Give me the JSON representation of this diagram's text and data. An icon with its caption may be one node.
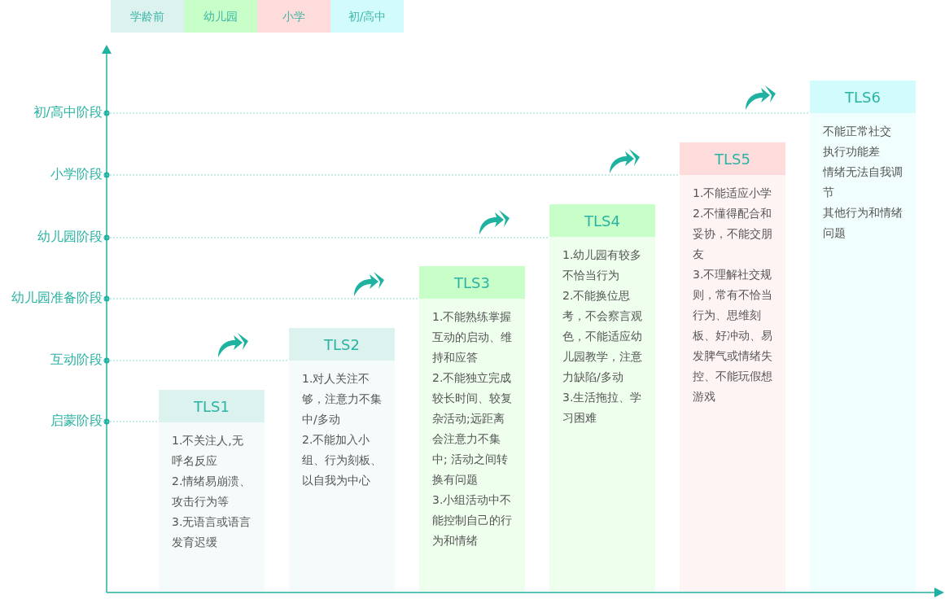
{
  "diagram": {
    "nodes": [
      {
        "text": [
          "TLS1",
          "1.不关注人,无呼名反应",
          "2.情绪易崩溃、攻击行为等",
          "3.无语言或语言发育迟缓"
        ]
      },
      {
        "text": [
          "TLS2",
          "1.对人关注不够，注意力不集中/多动",
          "2.不能加入小组、行为刻板、以自我为中心"
        ]
      },
      {
        "text": [
          "TLS3",
          "1.不能熟练掌握互动的启动、维持和应答",
          "2.不能独立完成较长时间、较复杂活动;远距离会注意力不集中; 活动之间转换有问题",
          "3.小组活动中不能控制自己的行为和情绪"
        ]
      },
      {
        "text": [
          "TLS4",
          "1.幼儿园有较多不恰当行为",
          "2.不能换位思考，不会察言观色，不能适应幼儿园教学，注意力缺陷/多动",
          "3.生活拖拉、学习困难"
        ]
      },
      {
        "text": [
          "TLS5",
          "1.不能适应小学",
          "2.不懂得配合和妥协，不能交朋友",
          "3.不理解社交规则，常有不恰当行为、思维刻板、好冲动、易发脾气或情绪失控、不能玩假想游戏"
        ]
      },
      {
        "text": [
          "TLS6",
          "不能正常社交",
          "执行功能差",
          "情绪无法自我调节",
          "其他行为和情绪问题"
        ]
      },
      {
        "text": [
          "初/高中阶段"
        ]
      },
      {
        "text": [
          "小学阶段"
        ]
      },
      {
        "text": [
          "幼儿园阶段"
        ]
      },
      {
        "text": [
          "幼儿园准备阶段"
        ]
      },
      {
        "text": [
          "互动阶段"
        ]
      },
      {
        "text": [
          "启蒙阶段"
        ]
      }
    ],
    "edges": [
      {
        "from": 6,
        "to": 5,
        "arrow": "none",
        "style": "dashed"
      },
      {
        "from": 7,
        "to": 4,
        "arrow": "none",
        "style": "dashed"
      },
      {
        "from": 8,
        "to": 3,
        "arrow": "none",
        "style": "dashed"
      },
      {
        "from": 9,
        "to": 2,
        "arrow": "none",
        "style": "dashed"
      },
      {
        "from": 10,
        "to": 1,
        "arrow": "none",
        "style": "dashed"
      },
      {
        "from": 11,
        "to": 0,
        "arrow": "none",
        "style": "dashed"
      }
    ],
    "legend": [
      {
        "text": "学龄前",
        "color": "#dbf2ef"
      },
      {
        "text": "幼儿园",
        "color": "#c8ffc8"
      },
      {
        "text": "小学",
        "color": "#ffdcdc"
      },
      {
        "text": "初/高中",
        "color": "#d2fcfc"
      }
    ]
  }
}
